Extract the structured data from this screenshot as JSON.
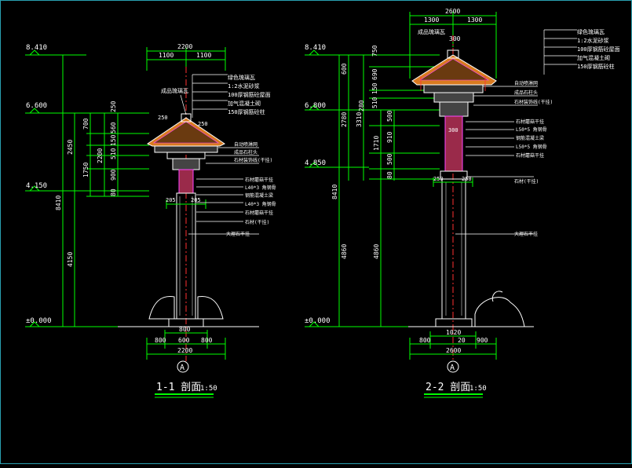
{
  "colors": {
    "background": "#000000",
    "dimension": "#00ff00",
    "outline": "#ffffff",
    "axis": "#ff3030",
    "roof_fill": "#d87a20",
    "accent": "#ff44ff",
    "frame": "#2aa0b0"
  },
  "left": {
    "title": "1-1 剖面",
    "scale": "1:50",
    "grid_label": "A",
    "elevations": [
      "8.410",
      "6.600",
      "4.150",
      "±0.000"
    ],
    "heights": {
      "d250": "250",
      "d560": "560",
      "d150": "150",
      "d510": "510",
      "d900": "900",
      "d80": "80",
      "d700": "700",
      "d1750": "1750",
      "d2200": "2200",
      "d2450": "2450",
      "d8410": "8410",
      "d4150": "4150"
    },
    "widths": {
      "top_total": "2200",
      "top_a": "1100",
      "top_b": "1100",
      "base": "800",
      "bot_a": "800",
      "bot_b": "600",
      "bot_c": "800",
      "bot_total": "2200",
      "mid_a": "205",
      "mid_b": "205",
      "roof": "250",
      "roof2": "250"
    },
    "notes": [
      "绿色琉璃瓦",
      "1:2水泥砂浆",
      "100厚钢筋砼屋面",
      "加气混凝土砌",
      "150厚钢筋砼柱"
    ],
    "side_notes": [
      "自动喷淋网",
      "成品石柱头",
      "石材装饰线(干挂)",
      "石材蘑菇干挂",
      "L40*3 角钢骨",
      "钢筋混凝土梁",
      "L40*3 角钢骨",
      "石材蘑菇干挂",
      "石材(干挂)"
    ],
    "roof_note": "成品琉璃瓦",
    "shaft_note": "大理石干挂"
  },
  "right": {
    "title": "2-2 剖面",
    "scale": "1:50",
    "grid_label": "A",
    "elevations": [
      "8.410",
      "6.800",
      "4.850",
      "±0.000"
    ],
    "heights": {
      "d750": "750",
      "d600": "600",
      "d150": "150",
      "d280": "280",
      "d510": "510",
      "d690": "690",
      "d500": "500",
      "d910": "910",
      "d1710": "1710",
      "d500b": "500",
      "d80": "80",
      "d2780": "2780",
      "d3310": "3310",
      "d8410": "8410",
      "d4860": "4860",
      "d4860b": "4860"
    },
    "widths": {
      "top_total": "2600",
      "top_a": "1300",
      "top_b": "1300",
      "ridge": "300",
      "mid_a": "250",
      "mid_b": "250",
      "mid_c": "300",
      "base": "1020",
      "bot_a": "800",
      "bot_b": "20",
      "bot_c": "900",
      "bot_total": "2600"
    },
    "notes": [
      "绿色琉璃瓦",
      "1:2水泥砂浆",
      "100厚钢筋砼屋面",
      "加气混凝土砌",
      "150厚钢筋砼柱"
    ],
    "side_notes": [
      "自动喷淋网",
      "成品石柱头",
      "石材装饰线(干挂)",
      "石材蘑菇干挂",
      "L50*5 角钢骨",
      "钢筋混凝土梁",
      "L50*5 角钢骨",
      "石材蘑菇干挂",
      "石材(干挂)"
    ],
    "roof_note": "成品琉璃瓦",
    "shaft_note": "大理石干挂"
  }
}
